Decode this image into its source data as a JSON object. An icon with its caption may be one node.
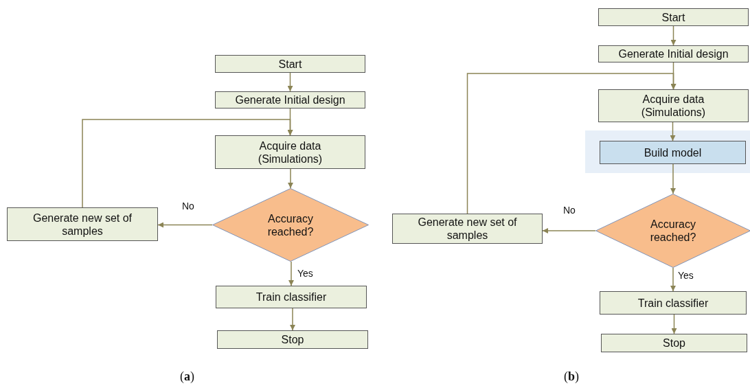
{
  "diagram": {
    "nodes": [
      {
        "text": [
          "Start"
        ]
      },
      {
        "text": [
          "Generate Initial design"
        ]
      },
      {
        "text": [
          "Acquire data (Simulations)"
        ]
      },
      {
        "text": [
          "Accuracy reached?"
        ]
      },
      {
        "text": [
          "Generate new set of samples"
        ]
      },
      {
        "text": [
          "Train classifier"
        ]
      },
      {
        "text": [
          "Stop"
        ]
      },
      {
        "text": [
          "Start"
        ]
      },
      {
        "text": [
          "Generate Initial design"
        ]
      },
      {
        "text": [
          "Acquire data (Simulations)"
        ]
      },
      {
        "text": [],
        "shape": "box"
      },
      {
        "text": [
          "Build model"
        ],
        "in": 10
      },
      {
        "text": [
          "Accuracy reached?"
        ]
      },
      {
        "text": [
          "Generate new set of samples"
        ]
      },
      {
        "text": [
          "Train classifier"
        ]
      },
      {
        "text": [
          "Stop"
        ]
      }
    ],
    "edges": [
      {
        "from": 0,
        "to": 1,
        "arrow": "to"
      },
      {
        "from": 1,
        "to": 2,
        "arrow": "to"
      },
      {
        "from": 2,
        "to": 3,
        "arrow": "to"
      },
      {
        "from": 3,
        "to": 4,
        "label": "No",
        "arrow": "to"
      },
      {
        "from": 3,
        "to": 5,
        "label": "Yes",
        "arrow": "to"
      },
      {
        "from": 5,
        "to": 6,
        "arrow": "to"
      },
      {
        "from": 4,
        "to": 2,
        "arrow": "to"
      },
      {
        "from": 7,
        "to": 8,
        "arrow": "to"
      },
      {
        "from": 8,
        "to": 9,
        "arrow": "to"
      },
      {
        "from": 9,
        "to": 11,
        "arrow": "to"
      },
      {
        "from": 11,
        "to": 12,
        "arrow": "to"
      },
      {
        "from": 12,
        "to": 13,
        "label": "No",
        "arrow": "to"
      },
      {
        "from": 12,
        "to": 14,
        "label": "Yes",
        "arrow": "to"
      },
      {
        "from": 14,
        "to": 15,
        "arrow": "to"
      },
      {
        "from": 13,
        "to": 9,
        "arrow": "to"
      }
    ],
    "labels": [
      "(**a**)",
      "(**b**)"
    ]
  }
}
